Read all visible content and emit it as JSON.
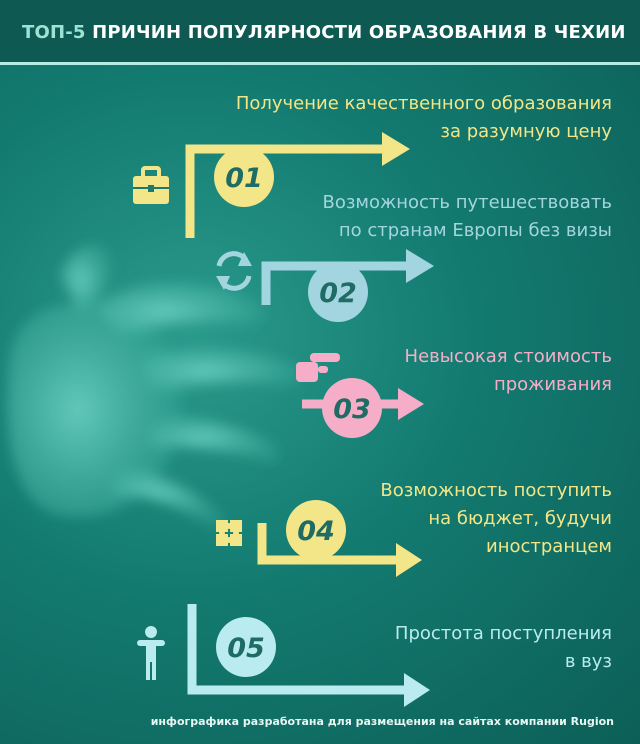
{
  "header": {
    "lead": "ТОП-5",
    "title": " ПРИЧИН ПОПУЛЯРНОСТИ ОБРАЗОВАНИЯ В ЧЕХИИ"
  },
  "reasons": [
    {
      "number": "01",
      "lines": [
        "Получение качественного образования",
        "за разумную цену"
      ],
      "color": "#f3e688",
      "icon": "briefcase-icon"
    },
    {
      "number": "02",
      "lines": [
        "Возможность путешествовать",
        "по странам Европы без визы"
      ],
      "color": "#a3d5e0",
      "icon": "refresh-icon"
    },
    {
      "number": "03",
      "lines": [
        "Невысокая стоимость",
        "проживания"
      ],
      "color": "#f6aec8",
      "icon": "pointing-hand-icon"
    },
    {
      "number": "04",
      "lines": [
        "Возможность поступить",
        "на бюджет, будучи",
        "иностранцем"
      ],
      "color": "#f3e688",
      "icon": "puzzle-icon"
    },
    {
      "number": "05",
      "lines": [
        "Простота поступления",
        "в вуз"
      ],
      "color": "#b9ebf0",
      "icon": "person-icon"
    }
  ],
  "footer": "инфографика разработана для размещения на сайтах компании Rugion"
}
